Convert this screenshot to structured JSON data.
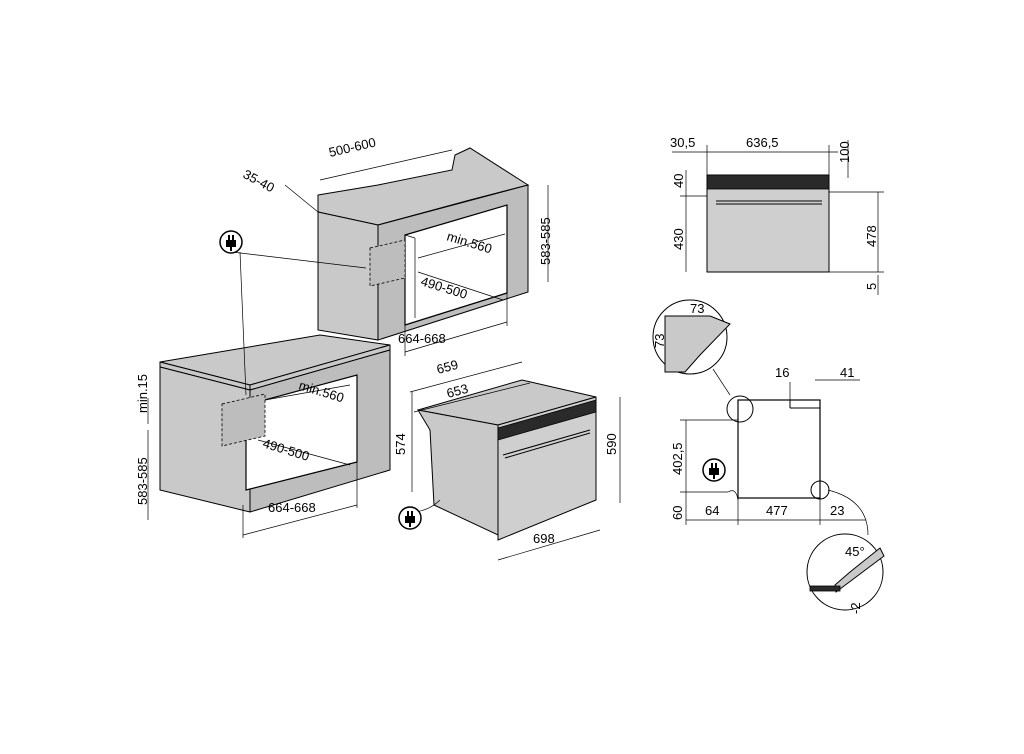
{
  "colors": {
    "line": "#000000",
    "cabinet": "#c9c9c9",
    "oven": "#bdbdbd",
    "background": "#ffffff"
  },
  "icons": {
    "plug": "plug-icon"
  },
  "tall_cabinet": {
    "depth": "500-600",
    "back_gap": "35-40",
    "height": "583-585",
    "cutout_depth": "min.560",
    "cutout_inner": "490-500",
    "width": "664-668"
  },
  "under_counter": {
    "top_gap": "min.15",
    "height": "583-585",
    "cutout_depth": "min.560",
    "cutout_inner": "490-500",
    "width": "664-668"
  },
  "oven_iso": {
    "width_top": "659",
    "width_inner": "653",
    "height_back": "574",
    "height_front": "590",
    "depth": "698"
  },
  "front_view": {
    "left_margin": "30,5",
    "width": "636,5",
    "top": "100",
    "panel": "40",
    "door": "430",
    "total_height": "478",
    "bottom": "5"
  },
  "side_view": {
    "detail_a_h": "73",
    "detail_a_v": "73",
    "top_step": "16",
    "front_depth": "41",
    "height": "402,5",
    "base": "60",
    "rear": "64",
    "depth": "477",
    "front": "23",
    "angle": "45°",
    "offset": "-2"
  }
}
